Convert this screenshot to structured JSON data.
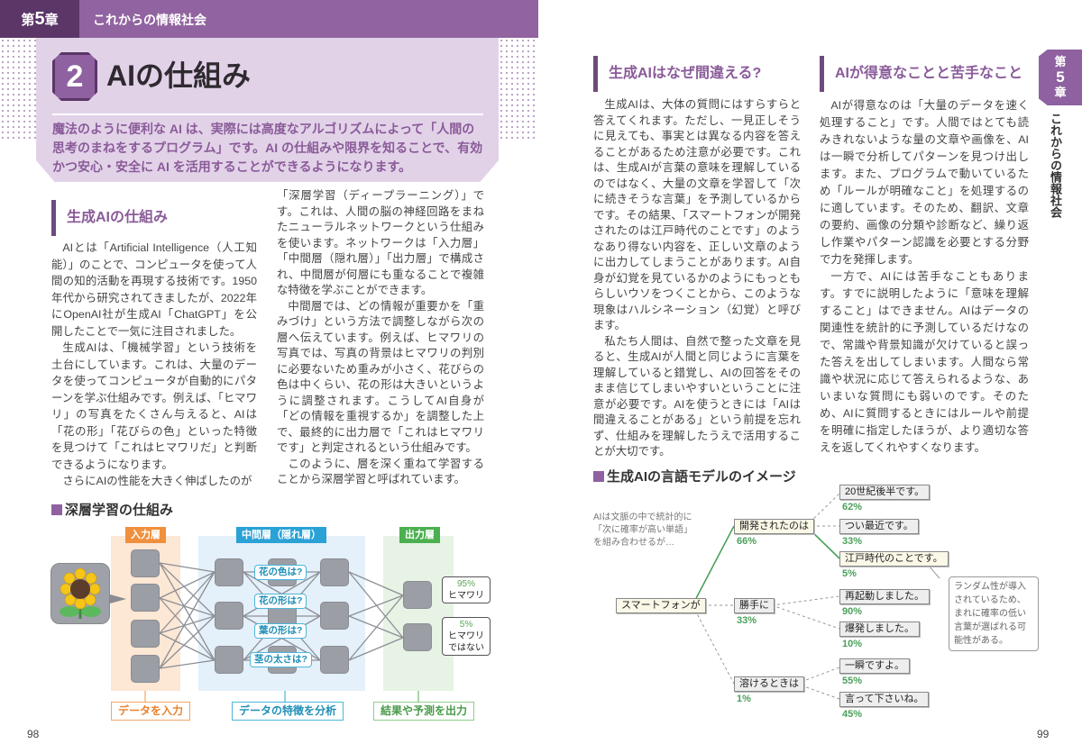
{
  "header": {
    "chapter_prefix": "第",
    "chapter_num": "5",
    "chapter_suffix": "章",
    "chapter_title": "これからの情報社会"
  },
  "section": {
    "number": "2",
    "title": "AIの仕組み",
    "lead": "魔法のように便利な AI は、実際には高度なアルゴリズムによって「人間の思考のまねをするプログラム」です。AI の仕組みや限界を知ることで、有効かつ安心・安全に AI を活用することができるようになります。"
  },
  "left_page": {
    "heading": "生成AIの仕組み",
    "col1": [
      "AIとは「Artificial Intelligence（人工知能）」のことで、コンピュータを使って人間の知的活動を再現する技術です。1950年代から研究されてきましたが、2022年にOpenAI社が生成AI「ChatGPT」を公開したことで一気に注目されました。",
      "生成AIは、「機械学習」という技術を土台にしています。これは、大量のデータを使ってコンピュータが自動的にパターンを学ぶ仕組みです。例えば、「ヒマワリ」の写真をたくさん与えると、AIは「花の形」「花びらの色」といった特徴を見つけて「これはヒマワリだ」と判断できるようになります。",
      "さらにAIの性能を大きく伸ばしたのが"
    ],
    "col2": [
      "「深層学習（ディープラーニング）」です。これは、人間の脳の神経回路をまねたニューラルネットワークという仕組みを使います。ネットワークは「入力層」「中間層（隠れ層）」「出力層」で構成され、中間層が何層にも重なることで複雑な特徴を学ぶことができます。",
      "中間層では、どの情報が重要かを「重みづけ」という方法で調整しながら次の層へ伝えています。例えば、ヒマワリの写真では、写真の背景はヒマワリの判別に必要ないため重みが小さく、花びらの色は中くらい、花の形は大きいというように調整されます。こうしてAI自身が「どの情報を重視するか」を調整した上で、最終的に出力層で「これはヒマワリです」と判定されるという仕組みです。",
      "このように、層を深く重ねて学習することから深層学習と呼ばれています。"
    ],
    "figure": {
      "title": "深層学習の仕組み",
      "input_label": "入力層",
      "hidden_label": "中間層（隠れ層）",
      "output_label": "出力層",
      "questions": [
        "花の色は?",
        "花の形は?",
        "葉の形は?",
        "茎の太さは?"
      ],
      "outputs": [
        {
          "pct": "95%",
          "label": "ヒマワリ"
        },
        {
          "pct": "5%",
          "label": "ヒマワリではない"
        }
      ],
      "captions": [
        "データを入力",
        "データの特徴を分析",
        "結果や予測を出力"
      ],
      "colors": {
        "input": "#f0903e",
        "hidden": "#2aa2d6",
        "output": "#4caf50"
      }
    },
    "page_number": "98"
  },
  "right_page": {
    "section1": {
      "heading": "生成AIはなぜ間違える?",
      "paragraphs": [
        "生成AIは、大体の質問にはすらすらと答えてくれます。ただし、一見正しそうに見えても、事実とは異なる内容を答えることがあるため注意が必要です。これは、生成AIが言葉の意味を理解しているのではなく、大量の文章を学習して「次に続きそうな言葉」を予測しているからです。その結果、「スマートフォンが開発されたのは江戸時代のことです」のようなあり得ない内容を、正しい文章のように出力してしまうことがあります。AI自身が幻覚を見ているかのようにもっともらしいウソをつくことから、このような現象はハルシネーション（幻覚）と呼びます。",
        "私たち人間は、自然で整った文章を見ると、生成AIが人間と同じように言葉を理解していると錯覚し、AIの回答をそのまま信じてしまいやすいということに注意が必要です。AIを使うときには「AIは間違えることがある」という前提を忘れず、仕組みを理解したうえで活用することが大切です。"
      ]
    },
    "section2": {
      "heading": "AIが得意なことと苦手なこと",
      "paragraphs": [
        "AIが得意なのは「大量のデータを速く処理すること」です。人間ではとても読みきれないような量の文章や画像を、AIは一瞬で分析してパターンを見つけ出します。また、プログラムで動いているため「ルールが明確なこと」を処理するのに適しています。そのため、翻訳、文章の要約、画像の分類や診断など、繰り返し作業やパターン認識を必要とする分野で力を発揮します。",
        "一方で、AIには苦手なこともあります。すでに説明したように「意味を理解すること」はできません。AIはデータの関連性を統計的に予測しているだけなので、常識や背景知識が欠けていると誤った答えを出してしまいます。人間なら常識や状況に応じて答えられるような、あいまいな質問にも弱いのです。そのため、AIに質問するときにはルールや前提を明確に指定したほうが、より適切な答えを返してくれやすくなります。"
      ]
    },
    "figure": {
      "title": "生成AIの言語モデルのイメージ",
      "intro": "AIは文脈の中で統計的に「次に確率が高い単語」を組み合わせるが…",
      "root": "スマートフォンが",
      "branches": [
        {
          "word": "開発されたのは",
          "pct": "66%",
          "children": [
            {
              "word": "20世紀後半です。",
              "pct": "62%"
            },
            {
              "word": "つい最近です。",
              "pct": "33%"
            },
            {
              "word": "江戸時代のことです。",
              "pct": "5%"
            }
          ]
        },
        {
          "word": "勝手に",
          "pct": "33%",
          "children": [
            {
              "word": "再起動しました。",
              "pct": "90%"
            },
            {
              "word": "爆発しました。",
              "pct": "10%"
            }
          ]
        },
        {
          "word": "溶けるときは",
          "pct": "1%",
          "children": [
            {
              "word": "一瞬ですよ。",
              "pct": "55%"
            },
            {
              "word": "言って下さいね。",
              "pct": "45%"
            }
          ]
        }
      ],
      "note": "ランダム性が導入されているため、まれに確率の低い言葉が選ばれる可能性がある。"
    },
    "side_tab": {
      "chapter_prefix": "第",
      "chapter_num": "5",
      "chapter_suffix": "章",
      "title": "これからの情報社会"
    },
    "page_number": "99"
  },
  "colors": {
    "accent": "#8f61a0",
    "accent_dark": "#5b3667",
    "title_bg": "#e2d2e8",
    "highlight_path": "#4aa05a"
  }
}
